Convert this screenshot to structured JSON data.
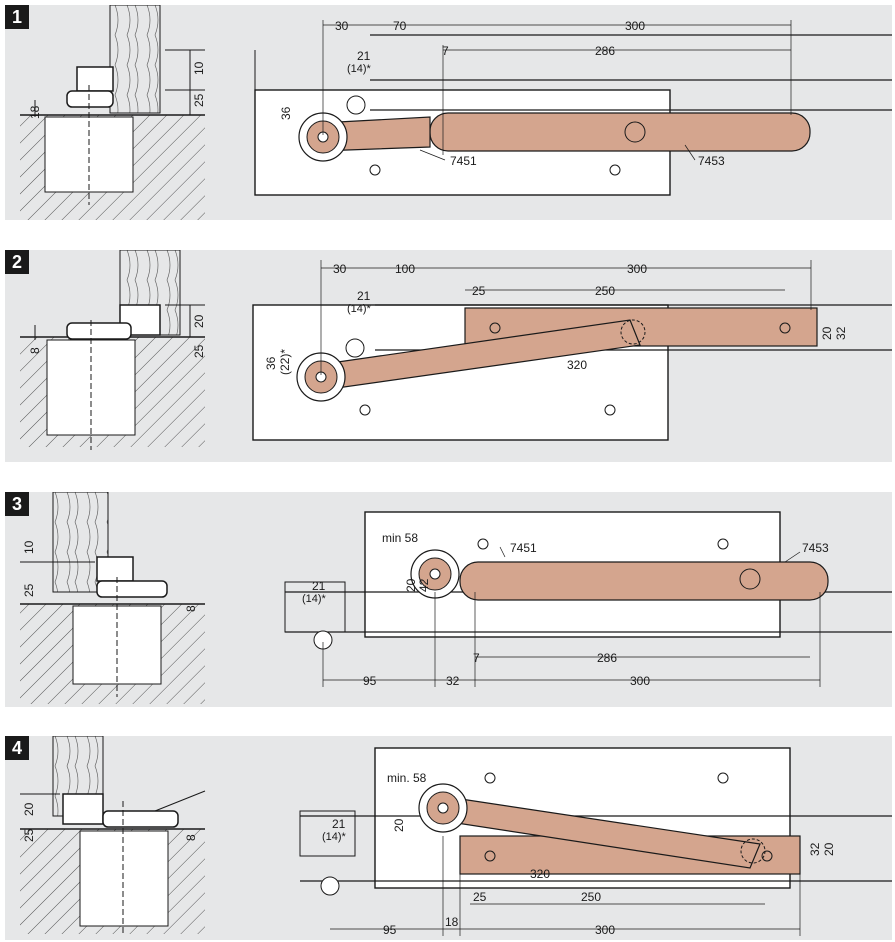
{
  "colors": {
    "panel": "#e6e7e8",
    "arm": "#d4a58e",
    "line": "#1a1a1a",
    "wall": "#ffffff"
  },
  "panels": [
    {
      "number": "1",
      "side": {
        "d1": "10",
        "d2": "25",
        "d3": "18"
      },
      "top": {
        "a": "30",
        "b": "70",
        "c": "300",
        "d": "21",
        "e": "(14)*",
        "f": "7",
        "g": "286",
        "h": "36",
        "ref1": "7451",
        "ref2": "7453"
      }
    },
    {
      "number": "2",
      "side": {
        "d1": "20",
        "d2": "25",
        "d3": "8"
      },
      "top": {
        "a": "30",
        "b": "100",
        "c": "300",
        "d": "21",
        "e": "(14)*",
        "f": "25",
        "g": "250",
        "h": "36",
        "h2": "(22)*",
        "arm": "320",
        "r1": "20",
        "r2": "32"
      }
    },
    {
      "number": "3",
      "side": {
        "d1": "10",
        "d2": "25",
        "d3": "8"
      },
      "top": {
        "min": "min 58",
        "ref1": "7451",
        "ref2": "7453",
        "v1": "20",
        "v2": "42",
        "d": "21",
        "e": "(14)*",
        "f": "7",
        "g": "286",
        "x1": "95",
        "x2": "32",
        "x3": "300"
      }
    },
    {
      "number": "4",
      "side": {
        "d1": "20",
        "d2": "25",
        "d3": "8"
      },
      "top": {
        "min": "min. 58",
        "v1": "20",
        "d": "21",
        "e": "(14)*",
        "arm": "320",
        "f": "25",
        "g": "250",
        "x1": "95",
        "x2": "18",
        "x3": "300",
        "r1": "32",
        "r2": "20"
      }
    }
  ]
}
